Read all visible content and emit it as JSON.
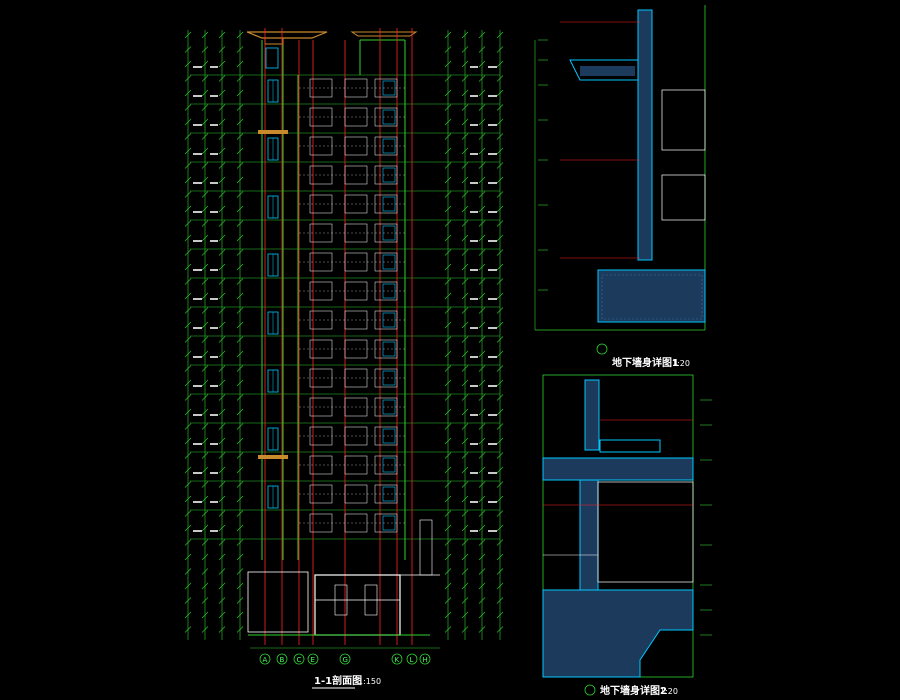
{
  "section": {
    "title": "1-1剖面图",
    "scale": "1:150",
    "axes": [
      "A",
      "B",
      "C",
      "E",
      "G",
      "K",
      "L",
      "H"
    ]
  },
  "detail1": {
    "title": "地下墙身详图1",
    "scale": "1:20"
  },
  "detail2": {
    "title": "地下墙身详图2",
    "scale": "1:20"
  },
  "colors": {
    "background": "#000000",
    "green": "#2fd12f",
    "red": "#ff2222",
    "cyan": "#00c8ff",
    "white": "#ffffff",
    "orange": "#c98a2b",
    "blue_hatch": "#3b6fa8"
  }
}
